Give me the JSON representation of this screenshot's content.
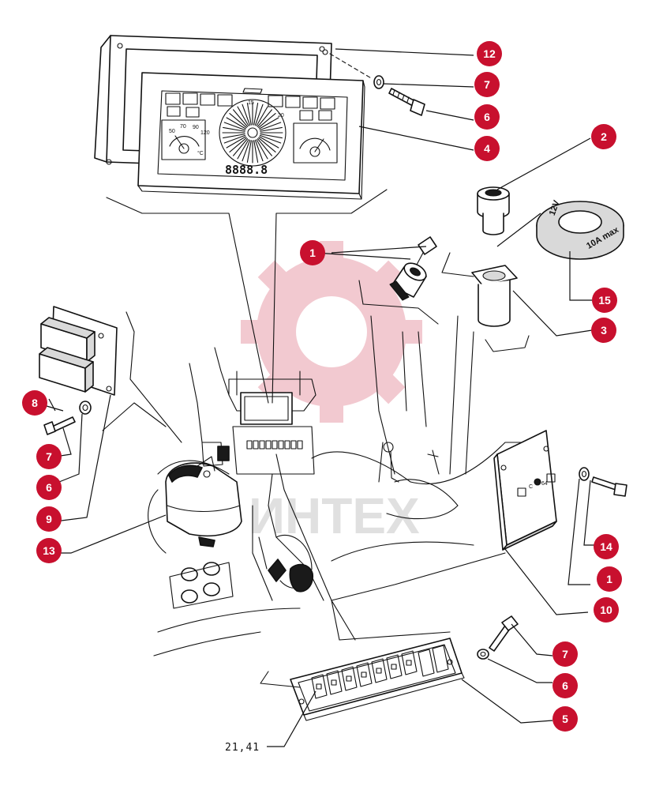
{
  "diagram": {
    "callouts": [
      {
        "label": "12"
      },
      {
        "label": "7"
      },
      {
        "label": "6"
      },
      {
        "label": "4"
      },
      {
        "label": "2"
      },
      {
        "label": "1"
      },
      {
        "label": "15"
      },
      {
        "label": "3"
      },
      {
        "label": "8"
      },
      {
        "label": "7"
      },
      {
        "label": "6"
      },
      {
        "label": "9"
      },
      {
        "label": "13"
      },
      {
        "label": "14"
      },
      {
        "label": "1"
      },
      {
        "label": "10"
      },
      {
        "label": "7"
      },
      {
        "label": "6"
      },
      {
        "label": "5"
      }
    ],
    "reference_code": "21,41",
    "watermark": "ИНТЕХ",
    "fuse_cap_text_1": "12V",
    "fuse_cap_text_2": "10A max",
    "dash_odometer": "8888.8",
    "dash_gauge_top": "15",
    "dash_gauge_right": "20",
    "dash_temp_ticks": [
      "50",
      "70",
      "90",
      "120"
    ],
    "dash_temp_unit": "°C",
    "relay_label_1": "C",
    "relay_label_2": "64"
  },
  "colors": {
    "callout_fill": "#c8102e",
    "watermark": "#c8102e"
  }
}
